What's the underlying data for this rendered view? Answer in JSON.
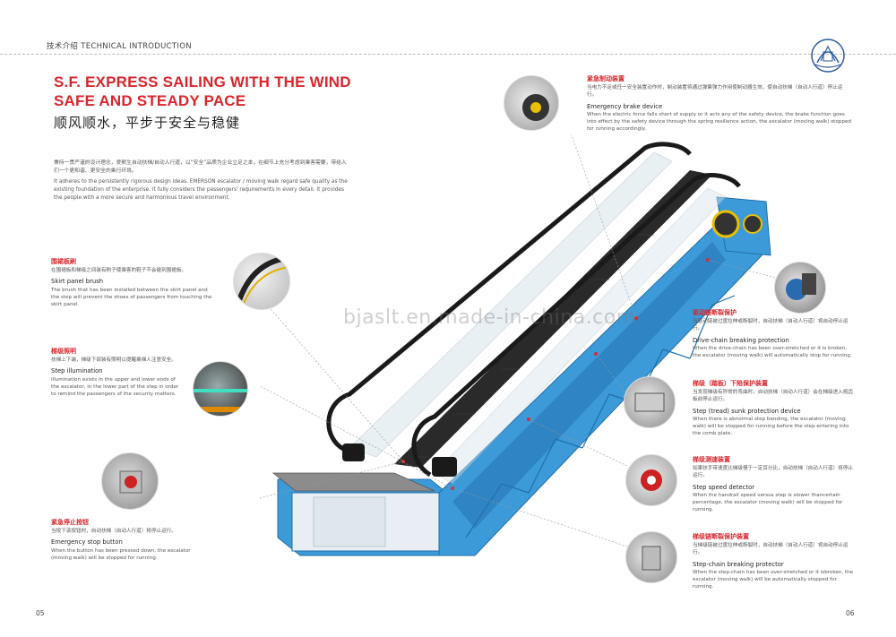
{
  "header": {
    "label": "技术介绍 TECHNICAL INTRODUCTION"
  },
  "title": {
    "line1": "S.F. EXPRESS SAILING WITH THE WIND",
    "line2": "SAFE AND STEADY PACE",
    "cn": "顺风顺水，平步于安全与稳健"
  },
  "intro": {
    "cn": "秉持一贯严谨的设计理念，爱默生自动扶梯/自动人行道，以“安全”品质为企业立足之本，在细节上充分考虑到乘客需要，带给人们一个更和谐、更安全的乘行环境。",
    "en": "It adheres to the persistently rigorous design ideas. EMERSON escalator / moving walk regard safe quality as the existing foundation of the enterprise. It fully considers the passengers' requirements in every detail. It provides the people with a more secure and harmonious travel environment."
  },
  "features_left": [
    {
      "cn_title": "围裙板刷",
      "cn_desc": "在围裙板和梯级之间装有刷子使乘客的鞋子不会碰到围裙板。",
      "en_title": "Skirt panel brush",
      "en_desc": "The brush that has been installed between the skirt panel and the step will prevent the shoes of passengers from touching the skirt panel."
    },
    {
      "cn_title": "梯级照明",
      "cn_desc": "扶梯上下端，梯级下部装有照明以提醒乘梯人注意安全。",
      "en_title": "Step illumination",
      "en_desc": "Illumination exists in the upper and lower ends of the escalator, in the lower part of the step in order to remind the passengers of the security matters."
    },
    {
      "cn_title": "紧急停止按钮",
      "cn_desc": "当按下该按钮时，自动扶梯（自动人行道）将停止运行。",
      "en_title": "Emergency stop button",
      "en_desc": "When the button has been pressed down, the escalator (moving walk) will be stopped for running."
    }
  ],
  "features_right": [
    {
      "cn_title": "紧急制动装置",
      "cn_desc": "当电力不足或任一安全装置动作时，制动装置将通过弹簧弹力作用使制动器生效，使自动扶梯（自动人行道）停止运行。",
      "en_title": "Emergency brake device",
      "en_desc": "When the electric force falls short of supply or it acts any of the safety device, the brake function goes into effect by the safety device through the spring resilience action, the escalator (moving walk) stopped for running accordingly."
    },
    {
      "cn_title": "驱动链断裂保护",
      "cn_desc": "当驱动链被过度拉伸或断裂时，自动扶梯（自动人行道）将自动停止运行。",
      "en_title": "Drive-chain breaking protection",
      "en_desc": "When the drive-chain has been over-stretched or it is broken, the escalator (moving walk) will automatically stop for running."
    },
    {
      "cn_title": "梯级（踏板）下陷保护装置",
      "cn_desc": "当发现梯级有异常的弯曲时，自动扶梯（自动人行道）会在梯级进入梳齿板前停止运行。",
      "en_title": "Step (tread) sunk protection device",
      "en_desc": "When there is abnormal step bending, the escalator (moving walk) will be stopped for running before the step entering into the comb plate."
    },
    {
      "cn_title": "梯级测速装置",
      "cn_desc": "如果扶手带速度比梯级慢于一定百分比，自动扶梯（自动人行道）将停止运行。",
      "en_title": "Step speed detector",
      "en_desc": "When the handrail speed versus step is slower thancertain percentage, the escalator (moving walk) will be stopped for running."
    },
    {
      "cn_title": "梯级链断裂保护装置",
      "cn_desc": "当梯级链被过度拉伸或断裂时，自动扶梯（自动人行道）将自动停止运行。",
      "en_title": "Step-chain breaking protector",
      "en_desc": "When the step-chain has been over-stretched or it isbroken, the escalator (moving walk) will be automatically stopped for running."
    }
  ],
  "watermark": "bjaslt.en.made-in-china.com",
  "page_left": "05",
  "page_right": "06",
  "colors": {
    "accent": "#d9262c",
    "truss": "#2f8fd0",
    "steps": "#2a2a2a"
  }
}
